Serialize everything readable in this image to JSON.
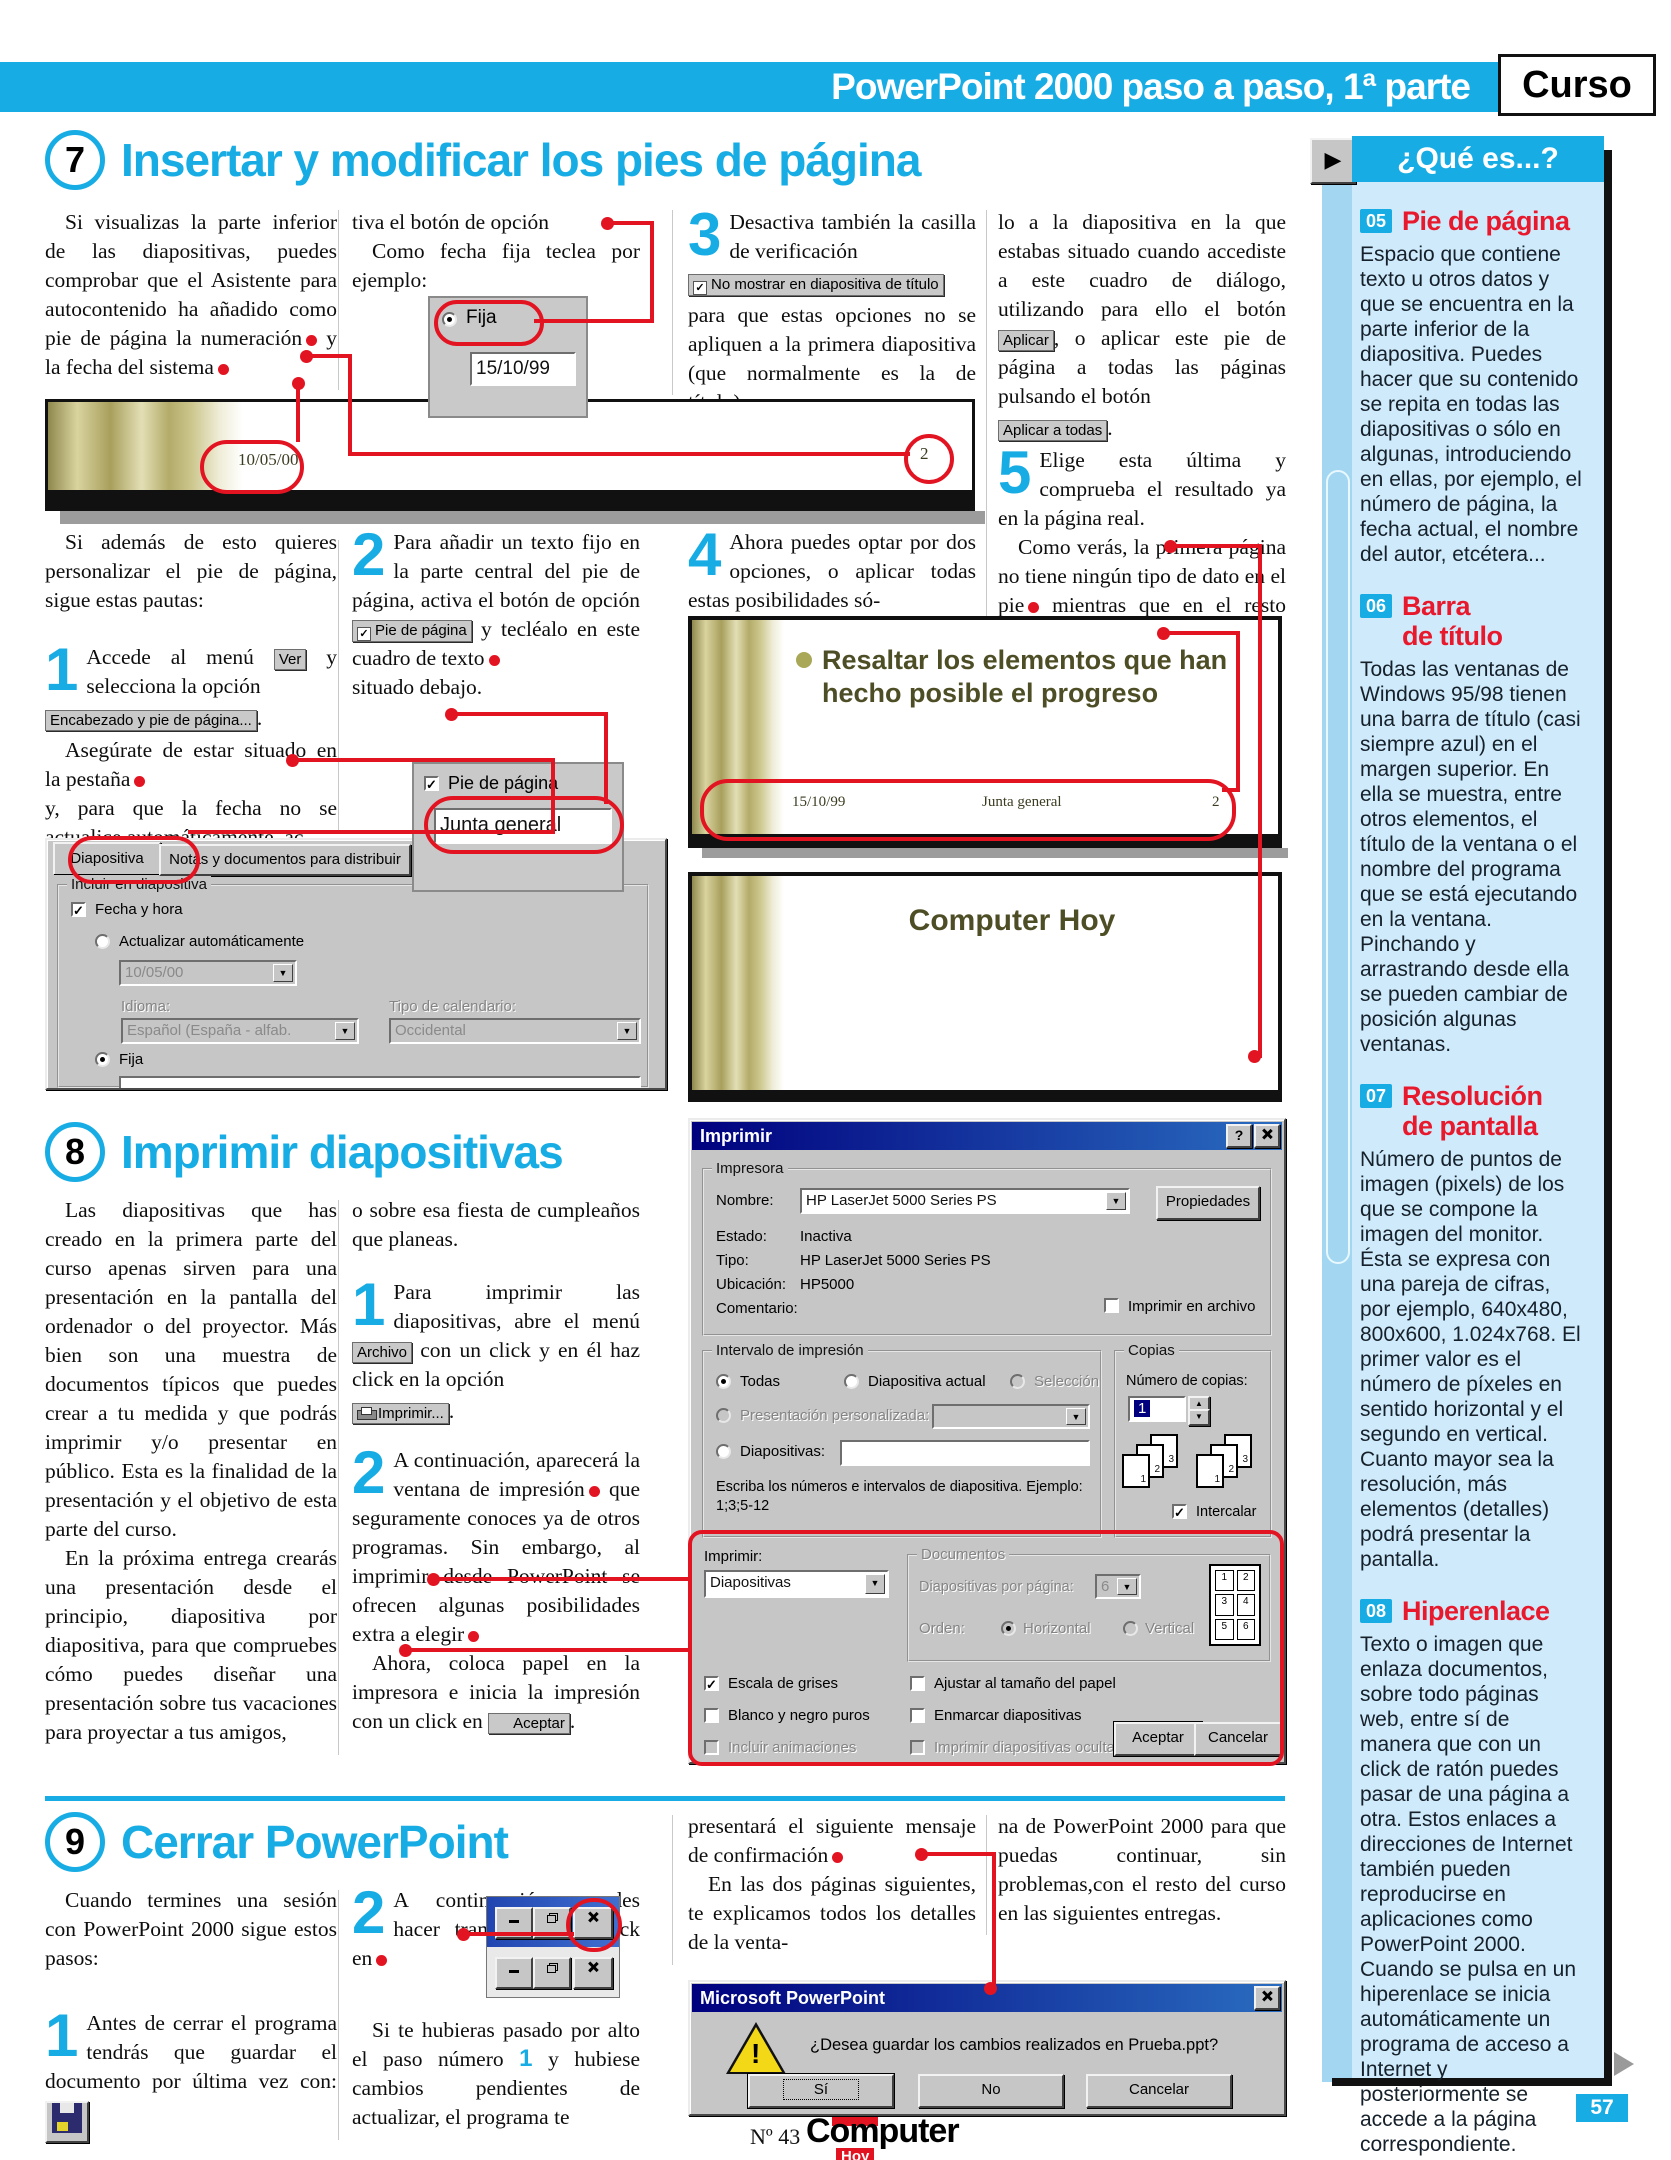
{
  "header": {
    "title": "PowerPoint 2000 paso a paso, 1ª parte",
    "badge": "Curso"
  },
  "icons": {
    "play": "▶",
    "check": "✓",
    "help": "?",
    "combo_arrow": "▼",
    "up": "▲",
    "down": "▼",
    "warn": "!"
  },
  "s7": {
    "num": "7",
    "title": "Insertar y modificar los pies de página",
    "c1a": "Si visualizas la parte inferior de las diapositivas, puedes comprobar que el Asistente para autocontenido ha añadido como pie de página la numeración",
    "c1b": "y la fecha del sistema",
    "c2a": "tiva el botón de opción",
    "c2b": "Como fecha fija teclea por ejemplo:",
    "s3": "3",
    "s3a": "Desactiva también la casilla de verificación",
    "s3chip": "No mostrar en diapositiva de título",
    "s3b": "para que estas opciones no se apliquen a la primera diapositiva (que normalmente es la de título).",
    "s4": "4",
    "s4a": "Ahora puedes optar por dos opciones, o aplicar todas estas posibilidades só-",
    "c4a": "lo a la diapositiva en la que estabas situado cuando accediste a este cuadro de diálogo, utilizando para ello el botón",
    "chip_aplicar": "Aplicar",
    "c4b": ", o aplicar este pie de página a todas las páginas pulsando el botón",
    "chip_aplicar_todas": "Aplicar a todas",
    "c4b_end": ".",
    "s5": "5",
    "s5a": "Elige esta última y comprueba el resultado ya en la página real.",
    "c4c": "Como verás, la primera página no tiene ningún tipo de dato en el pie",
    "c4d": "mientras que en el resto aparece esta información",
    "mid_intro": "Si además de esto quieres personalizar el pie de página, sigue estas pautas:",
    "m1": "1",
    "m1a": "Accede al menú",
    "chip_ver": "Ver",
    "m1b": "y selecciona la opción",
    "chip_enc": "Encabezado y pie de página...",
    "m1b_end": ".",
    "m1c": "Asegúrate de estar situado en la pestaña",
    "m1d": "y, para que la fecha no se actualice automáticamente, ac-",
    "m2": "2",
    "m2a": "Para añadir un texto fijo en la parte central del pie de página, activa el botón de opción",
    "chip_pie": "Pie de página",
    "m2b": "y tecléalo en este cuadro de texto",
    "m2c": "situado debajo."
  },
  "shots": {
    "fija": {
      "radio": "Fija",
      "value": "15/10/99"
    },
    "strip": {
      "date": "10/05/00",
      "num": "2"
    },
    "pie": {
      "label": "Pie de página",
      "value": "Junta general"
    },
    "enc": {
      "tab1": "Diapositiva",
      "tab2": "Notas y documentos para distribuir",
      "group": "Incluir en diapositiva",
      "fecha": "Fecha y hora",
      "auto": "Actualizar automáticamente",
      "auto_value": "10/05/00",
      "idioma": "Idioma:",
      "idioma_value": "Español (España - alfab. internacional)",
      "calendario": "Tipo de calendario:",
      "calendario_value": "Occidental",
      "fija": "Fija"
    },
    "slide1": {
      "text": "Resaltar los elementos que han hecho posible el progreso",
      "date": "15/10/99",
      "center": "Junta general",
      "num": "2"
    },
    "slide2": {
      "title": "Computer Hoy"
    }
  },
  "sidebar": {
    "title": "¿Qué es...?",
    "items": [
      {
        "num": "05",
        "title": "Pie de página",
        "body": "Espacio que contiene texto u otros datos y que se encuentra en la parte inferior de la diapositiva. Puedes hacer que su contenido se repita en todas las diapositivas o sólo en algunas, introduciendo en ellas, por ejemplo, el número de página, la fecha actual, el nombre del autor, etcétera..."
      },
      {
        "num": "06",
        "title": "Barra\nde título",
        "body": "Todas las ventanas de Windows 95/98 tienen una barra de título (casi siempre azul) en el margen superior. En ella se muestra, entre otros elementos, el título de la ventana o el nombre del programa que se está ejecutando en la ventana. Pinchando y arrastrando desde ella se pueden cambiar de posición algunas ventanas."
      },
      {
        "num": "07",
        "title": "Resolución\nde pantalla",
        "body": "Número de puntos de imagen (pixels) de los que se compone la imagen del monitor. Ésta se expresa con una pareja de cifras, por ejemplo, 640x480, 800x600, 1.024x768. El primer valor es el número de píxeles en sentido horizontal y el segundo en vertical.\nCuanto mayor sea la resolución, más elementos (detalles) podrá presentar la pantalla."
      },
      {
        "num": "08",
        "title": "Hiperenlace",
        "body": "Texto o imagen que enlaza documentos, sobre todo páginas web, entre sí de manera que con un click de ratón puedes pasar de una página a otra. Estos enlaces a direcciones de Internet también pueden reproducirse en aplicaciones como PowerPoint 2000. Cuando se pulsa en un hiperenlace se inicia automáticamente un programa de acceso a Internet y posteriormente se accede a la página correspondiente."
      }
    ]
  },
  "s8": {
    "num": "8",
    "title": "Imprimir diapositivas",
    "c1": "Las diapositivas que has creado en la primera parte del curso apenas sirven para una presentación en la pantalla del ordenador o del proyector. Más bien son una muestra de documentos típicos que puedes crear a tu medida y que podrás imprimir y/o presentar en público. Esta es la finalidad de la presentación y el objetivo de esta parte del curso.",
    "c1b": "En la próxima entrega crearás una presentación desde el principio, diapositiva por diapositiva, para que compruebes cómo puedes diseñar una presentación sobre tus vacaciones para proyectar a tus amigos,",
    "c2a": "o sobre esa fiesta de cumpleaños que planeas.",
    "st1": "1",
    "st1a": "Para imprimir las diapositivas, abre el menú",
    "chip_archivo": "Archivo",
    "st1b": "con un click y en él haz click en la opción",
    "chip_imprimir": "Imprimir...",
    "st1_end": ".",
    "st2": "2",
    "st2a": "A continuación, aparecerá la ventana de impresión",
    "st2b": "que seguramente conoces ya de otros programas. Sin embargo, al imprimir desde PowerPoint se ofrecen algunas posibilidades extra a elegir",
    "st2c": "Ahora, coloca papel en la impresora e inicia la impresión con un click en",
    "chip_aceptar": "Aceptar",
    "st2c_end": "."
  },
  "printdlg": {
    "title": "Imprimir",
    "impresora": "Impresora",
    "nombre": "Nombre:",
    "nombre_value": "HP LaserJet 5000 Series PS",
    "propiedades": "Propiedades",
    "estado": "Estado:",
    "estado_value": "Inactiva",
    "tipo": "Tipo:",
    "tipo_value": "HP LaserJet 5000 Series PS",
    "ubicacion": "Ubicación:",
    "ubicacion_value": "HP5000",
    "comentario": "Comentario:",
    "archivo": "Imprimir en archivo",
    "intervalo": "Intervalo de impresión",
    "todas": "Todas",
    "actual": "Diapositiva actual",
    "seleccion": "Selección",
    "pers": "Presentación personalizada:",
    "diapos": "Diapositivas:",
    "hint": "Escriba los números e intervalos de diapositiva. Ejemplo:\n1;3;5-12",
    "copias": "Copias",
    "numcopias": "Número de copias:",
    "copias_value": "1",
    "intercalar": "Intercalar",
    "imprimir": "Imprimir:",
    "imprimir_value": "Diapositivas",
    "documentos": "Documentos",
    "dpp": "Diapositivas por página:",
    "dpp_value": "6",
    "orden": "Orden:",
    "horizontal": "Horizontal",
    "vertical": "Vertical",
    "grid": [
      "1",
      "2",
      "3",
      "4",
      "5",
      "6"
    ],
    "collate": [
      "1",
      "2",
      "3"
    ],
    "chk_grises": "Escala de grises",
    "chk_bn": "Blanco y negro puros",
    "chk_anim": "Incluir animaciones",
    "chk_ajustar": "Ajustar al tamaño del papel",
    "chk_enmarcar": "Enmarcar diapositivas",
    "chk_ocultas": "Imprimir diapositivas ocultas",
    "aceptar": "Aceptar",
    "cancelar": "Cancelar"
  },
  "s9": {
    "num": "9",
    "title": "Cerrar PowerPoint",
    "c1": "Cuando termines una sesión con PowerPoint 2000 sigue estos pasos:",
    "st1": "1",
    "st1a": "Antes de cerrar el programa tendrás que guardar el documento por última vez con:",
    "st2": "2",
    "st2a": "A continuación, puedes hacer tranquilamente click en",
    "c2b1": "Si te hubieras pasado por alto el paso número",
    "c2num": "1",
    "c2b2": "y hubiese cambios pendientes de actualizar, el programa te",
    "c3a": "presentará el siguiente mensaje de confirmación",
    "c3b": "En las dos páginas siguientes, te explicamos todos los detalles de la venta-",
    "c4": "na de PowerPoint 2000 para que puedas continuar, sin problemas,con el resto del curso en las siguientes entregas."
  },
  "msgdlg": {
    "title": "Microsoft PowerPoint",
    "text": "¿Desea guardar los cambios realizados en Prueba.ppt?",
    "yes": "Sí",
    "no": "No",
    "cancel": "Cancelar"
  },
  "footer": {
    "issue": "Nº 43",
    "logo_top": "Computer",
    "logo_bottom": "Hoy",
    "page": "57"
  }
}
